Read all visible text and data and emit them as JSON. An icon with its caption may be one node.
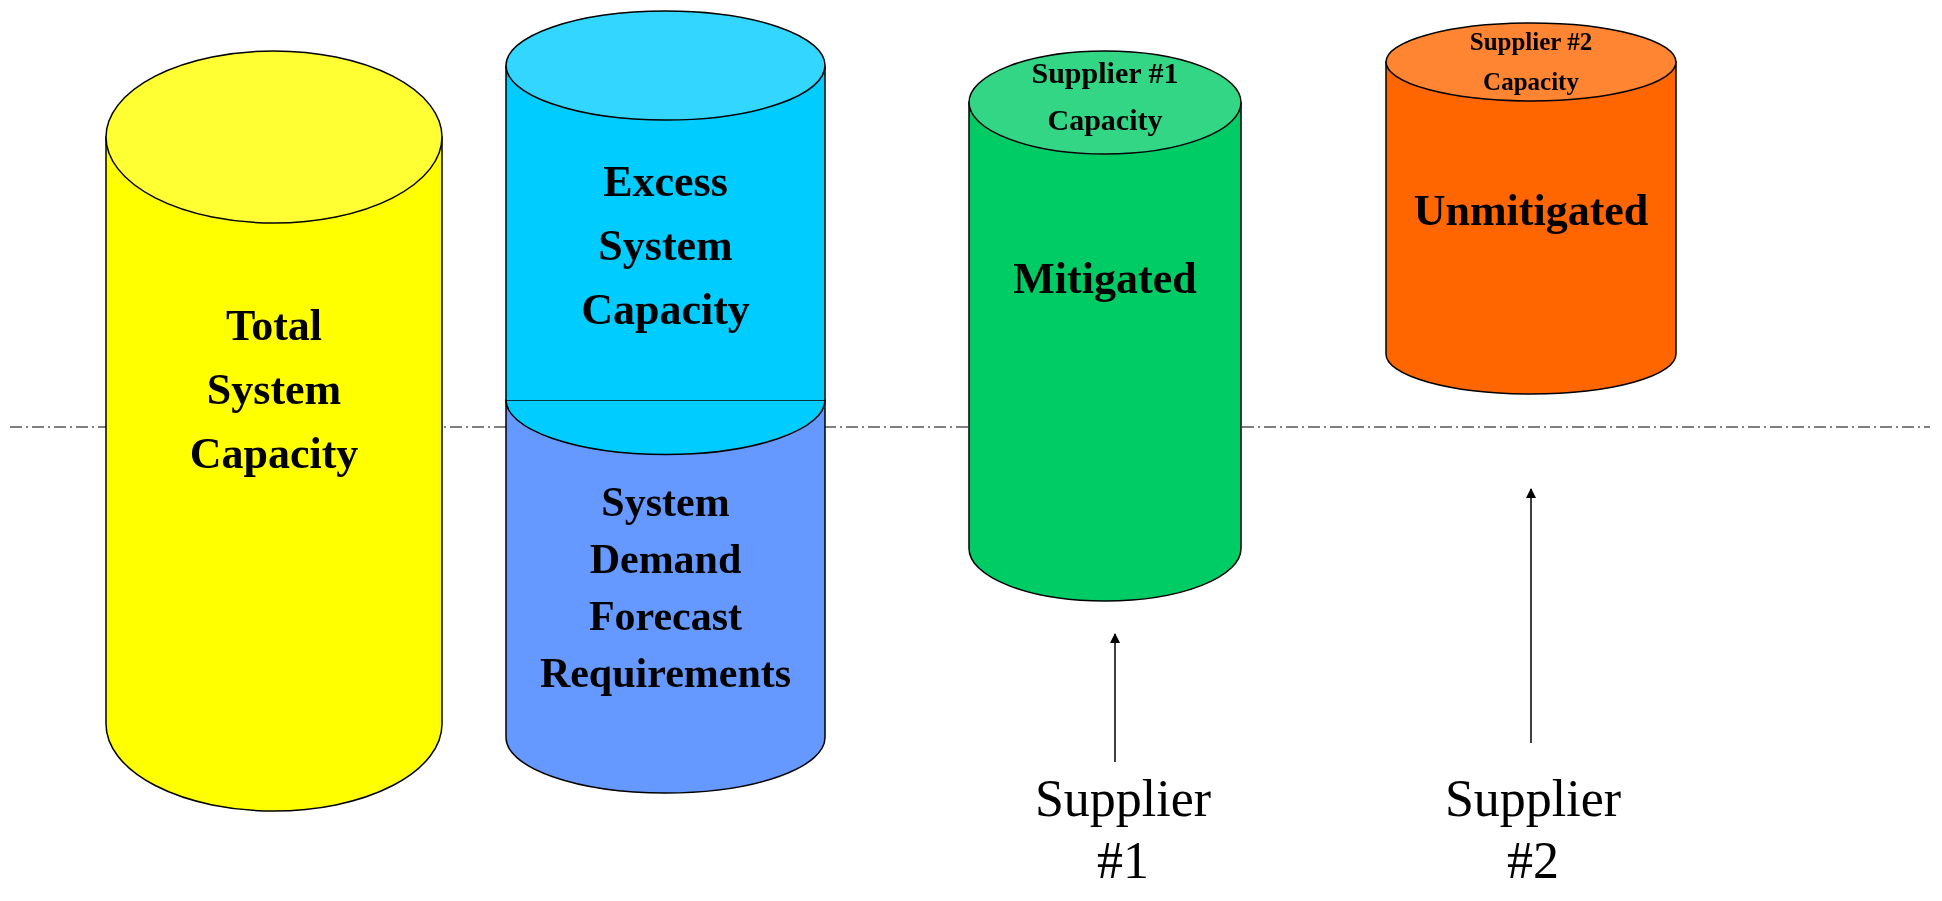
{
  "diagram": {
    "nodes": [
      {
        "text": [
          "Total System Capacity"
        ]
      },
      {
        "text": [
          "Excess System Capacity"
        ]
      },
      {
        "text": [
          "System Demand Forecast Requirements"
        ]
      },
      {
        "text": [
          "Supplier #1 Capacity",
          "Mitigated"
        ]
      },
      {
        "text": [
          "Supplier #2 Capacity",
          "Unmitigated"
        ]
      },
      {
        "text": [
          "Supplier #1"
        ]
      },
      {
        "text": [
          "Supplier #2"
        ]
      }
    ],
    "edges": [
      {
        "from": 5,
        "to": 3,
        "arrow": "to"
      },
      {
        "from": 6,
        "to": 4,
        "arrow": "to"
      }
    ]
  }
}
